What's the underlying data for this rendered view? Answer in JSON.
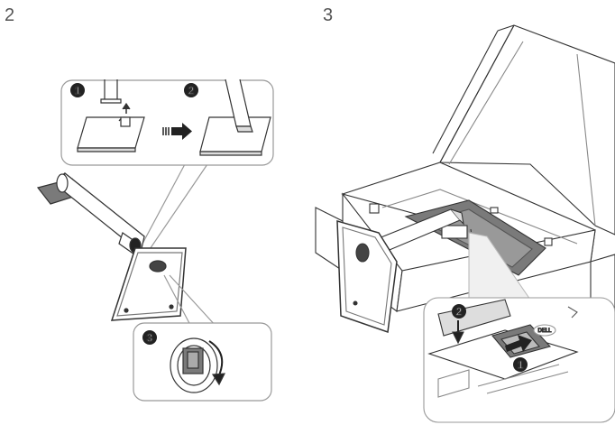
{
  "steps": [
    {
      "number": "2"
    },
    {
      "number": "3"
    }
  ],
  "callouts": {
    "step2_detail_a": "1",
    "step2_detail_b": "2",
    "step2_detail_c": "3",
    "step3_detail_a": "2",
    "step3_detail_b": "1"
  },
  "logo": "DELL",
  "colors": {
    "line": "#333333",
    "light_line": "#888888",
    "callout_border": "#999999",
    "shade": "#7a7a7a",
    "dark": "#222222"
  }
}
